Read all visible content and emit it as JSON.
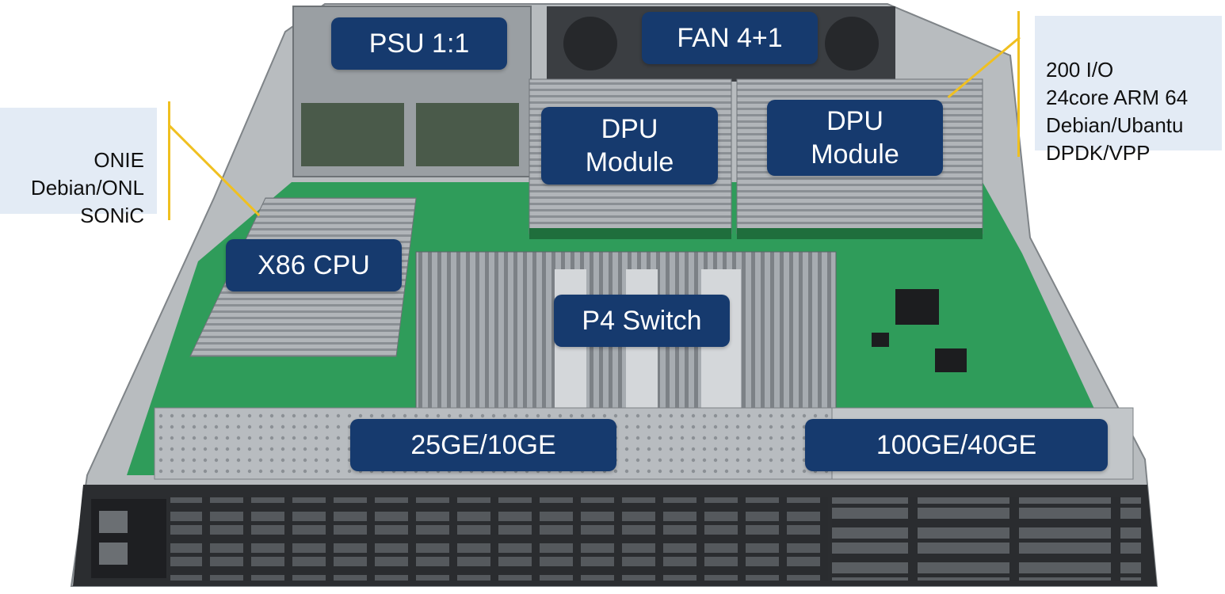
{
  "colors": {
    "label_bg": "#163a6e",
    "label_text": "#ffffff",
    "note_bg": "#e3ebf5",
    "leader_line": "#f0c020",
    "pcb_green": "#2f9c5a",
    "chassis_gray": "#8d9296",
    "front_panel": "#2b2d30",
    "heatsink": "#9ea3a8"
  },
  "labels": {
    "psu": "PSU 1:1",
    "fan": "FAN  4+1",
    "dpu_left": "DPU\nModule",
    "dpu_right": "DPU\nModule",
    "x86_cpu": "X86 CPU",
    "p4_switch": "P4 Switch",
    "ports_25ge": "25GE/10GE",
    "ports_100ge": "100GE/40GE"
  },
  "notes": {
    "host_software": "ONIE\nDebian/ONL\nSONiC",
    "dpu_spec": "200 I/O\n24core ARM 64\nDebian/Ubantu\nDPDK/VPP"
  }
}
